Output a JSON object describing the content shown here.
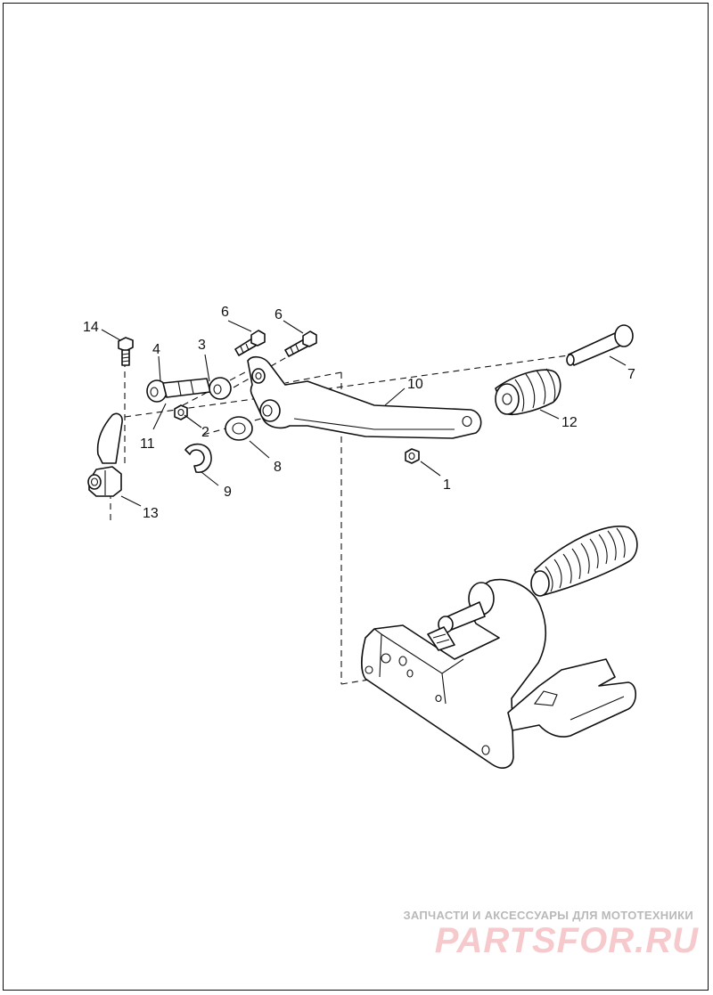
{
  "callouts": {
    "c1": "1",
    "c2": "2",
    "c3": "3",
    "c4": "4",
    "c6a": "6",
    "c6b": "6",
    "c7": "7",
    "c8": "8",
    "c9": "9",
    "c10": "10",
    "c11": "11",
    "c12": "12",
    "c13": "13",
    "c14": "14"
  },
  "watermark": {
    "tagline": "ЗАПЧАСТИ И АКСЕССУАРЫ ДЛЯ МОТОТЕХНИКИ",
    "logo": "PARTSFOR.RU"
  },
  "colors": {
    "line": "#111111",
    "watermark_text": "#b9b9b9",
    "watermark_logo": "#f6c9cc"
  }
}
